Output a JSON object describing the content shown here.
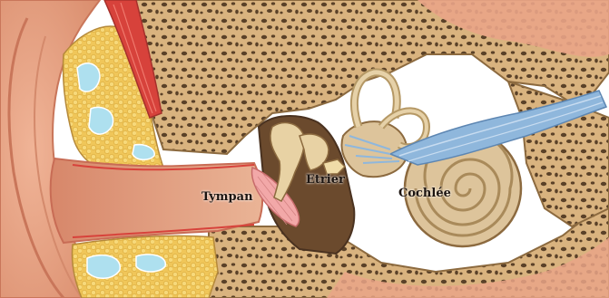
{
  "labels": {
    "tympan": "Tympan",
    "etrier": "Etrier",
    "cochlee": "Cochlée"
  },
  "colors": {
    "skin": "#e9a487",
    "skin_dark": "#c9765a",
    "bone": "#d9b37f",
    "bone_dark": "#8c6a3f",
    "fat": "#f2c94c",
    "canal": "#e2a083",
    "eardrum": "#f2a8a8",
    "muscle": "#d7423b",
    "nerve": "#8fb7dc",
    "cochlea": "#ddc49b",
    "ossicle": "#e8d2a4"
  }
}
